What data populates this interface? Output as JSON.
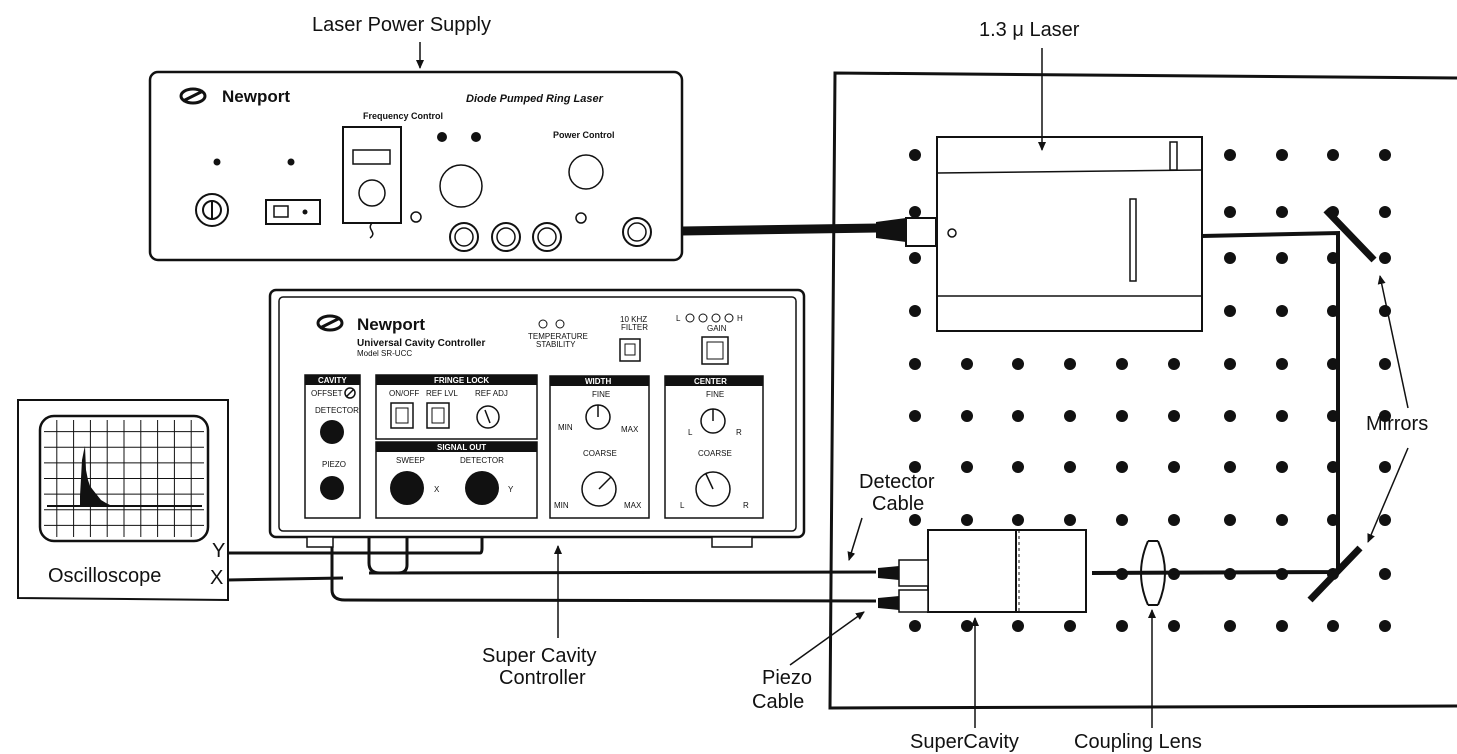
{
  "labels": {
    "laser_power_supply": "Laser Power Supply",
    "laser": "1.3 μ Laser",
    "mirrors": "Mirrors",
    "detector_cable_1": "Detector",
    "detector_cable_2": "Cable",
    "oscilloscope": "Oscilloscope",
    "osc_y": "Y",
    "osc_x": "X",
    "controller_1": "Super Cavity",
    "controller_2": "Controller",
    "piezo_cable_1": "Piezo",
    "piezo_cable_2": "Cable",
    "supercavity": "SuperCavity",
    "coupling_lens": "Coupling Lens"
  },
  "power_supply": {
    "brand": "Newport",
    "model": "Diode Pumped Ring Laser",
    "frequency_control": "Frequency Control",
    "power_control": "Power Control"
  },
  "controller": {
    "brand": "Newport",
    "title": "Universal Cavity Controller",
    "model": "Model SR-UCC",
    "temperature": "TEMPERATURE",
    "stability": "STABILITY",
    "filter_1": "10 KHZ",
    "filter_2": "FILTER",
    "gain": "GAIN",
    "gain_l": "L",
    "gain_h": "H",
    "cavity": "CAVITY",
    "offset": "OFFSET",
    "detector": "DETECTOR",
    "piezo": "PIEZO",
    "fringe_lock": "FRINGE LOCK",
    "on_off": "ON/OFF",
    "ref_lvl": "REF LVL",
    "ref_adj": "REF ADJ",
    "signal_out": "SIGNAL OUT",
    "sweep": "SWEEP",
    "det_out": "DETECTOR",
    "out_x": "X",
    "out_y": "Y",
    "width": "WIDTH",
    "center": "CENTER",
    "fine": "FINE",
    "coarse": "COARSE",
    "min": "MIN",
    "max": "MAX",
    "l": "L",
    "r": "R"
  }
}
